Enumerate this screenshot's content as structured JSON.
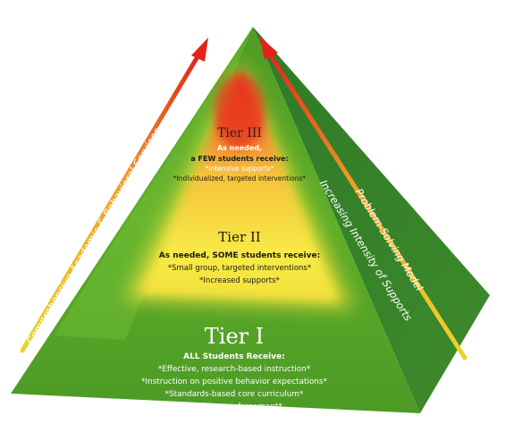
{
  "side_labels": {
    "left_arrow": "Comprehensive Academic & Behavioral Services",
    "right_arrow_1": "Problem-Solving Model",
    "right_arrow_2": "Increasing Intensity of Supports"
  },
  "tiers": {
    "tier3": {
      "title": "Tier III",
      "lines": [
        "As needed,",
        "a FEW students receive:",
        "*Intensive supports*",
        "*Individualized, targeted interventions*"
      ]
    },
    "tier2": {
      "title": "Tier II",
      "lines": [
        "As needed, SOME students receive:",
        "*Small group, targeted interventions*",
        "*Increased supports*"
      ]
    },
    "tier1": {
      "title": "Tier I",
      "lines": [
        "ALL Students Receive:",
        "*Effective, research-based instruction*",
        "*Instruction on positive behavior expectations*",
        "*Standards-based core curriculum*",
        "*Positive reinforcement*"
      ]
    }
  },
  "colors": {
    "pyramid_green_light": "#6fbb2d",
    "pyramid_green_dark": "#1f5a20",
    "tier3_red": "#e8321c",
    "tier2_yellow": "#f6e23a",
    "arrow_red": "#e2231a",
    "arrow_yellow": "#e9d42a"
  }
}
